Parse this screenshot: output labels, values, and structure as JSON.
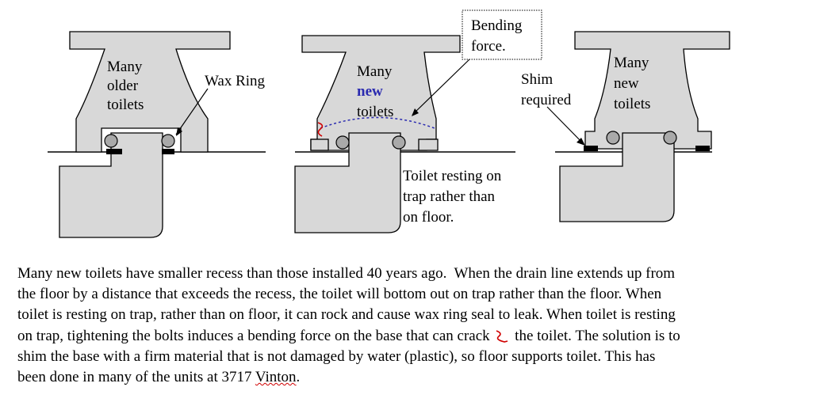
{
  "labels": {
    "left_1": "Many",
    "left_2": "older",
    "left_3": "toilets",
    "wax_ring": "Wax Ring",
    "middle_1": "Many",
    "middle_2": "new",
    "middle_3": "toilets",
    "bending_1": "Bending",
    "bending_2": "force.",
    "resting_1": "Toilet resting on",
    "resting_2": "trap rather than",
    "resting_3": "on floor.",
    "shim_1": "Shim",
    "shim_2": "required",
    "right_1": "Many",
    "right_2": "new",
    "right_3": "toilets"
  },
  "paragraph": {
    "line1": "Many new toilets have smaller recess than those installed 40 years ago.  When the drain line extends up from",
    "line2": "the floor by a distance that exceeds the recess, the toilet will bottom out on trap rather than the floor. When",
    "line3": "toilet is resting on trap, rather than on floor, it can rock and cause wax ring seal to leak. When toilet is resting",
    "line4": "on trap, tightening the bolts induces a bending force on the base that can crack",
    "line4_end": "the toilet. The solution is to",
    "line5": "shim the base with a firm material that is not damaged by water (plastic), so floor supports toilet. This has",
    "line6_start": "been done in many of the units at 3717 ",
    "line6_word": "Vinton",
    "line6_end": "."
  },
  "colors": {
    "toilet_fill": "#d8d8d8",
    "ring_fill": "#a9a9a9",
    "new_label": "#2b2bb0",
    "crack": "#d00000"
  }
}
